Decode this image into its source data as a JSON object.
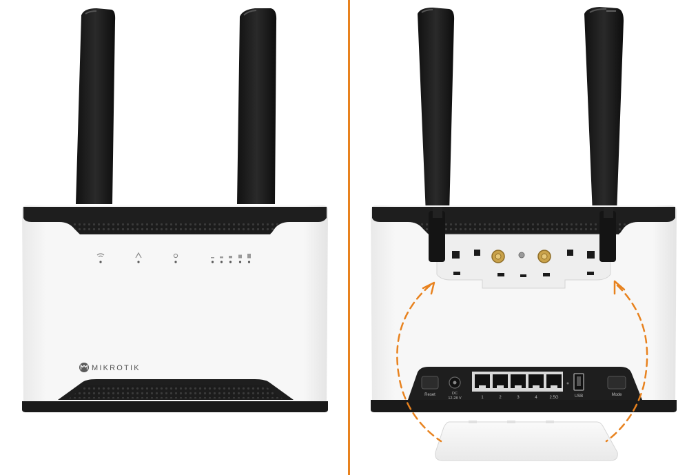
{
  "front_view": {
    "brand": "MIKROTIK"
  },
  "back_view": {
    "labels": {
      "reset": "Reset",
      "dc": "DC",
      "voltage": "12-28 V",
      "port_1": "1",
      "port_2": "2",
      "port_3": "3",
      "port_4": "4",
      "port_5": "2.5G",
      "usb": "USB",
      "mode": "Mode"
    }
  },
  "colors": {
    "divider": "#E8821E",
    "arrow": "#E8821E",
    "device_body": "#F6F6F6",
    "device_dark": "#1F1F1F",
    "antenna": "#1A1A1A"
  }
}
